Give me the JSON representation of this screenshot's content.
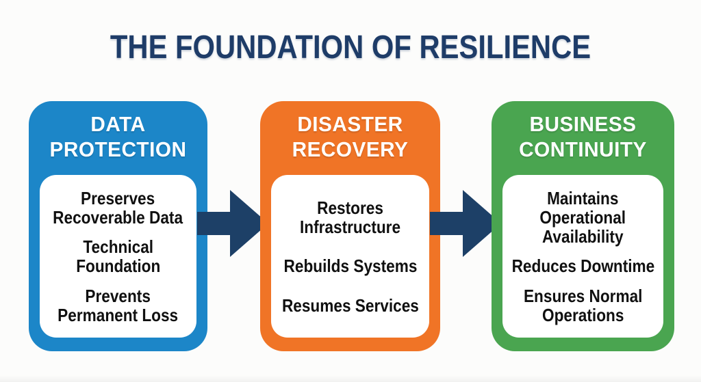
{
  "title": "THE FOUNDATION OF RESILIENCE",
  "palette": {
    "background": "#fcfcfb",
    "title_navy": "#1e3c68",
    "arrow_navy": "#1d4067",
    "card_title_text": "#ffffff",
    "body_text": "#101010",
    "card_blue": "#1c86c8",
    "card_orange": "#f07426",
    "card_green": "#4aa550"
  },
  "cards": [
    {
      "name": "data-protection",
      "title": "DATA PROTECTION",
      "title_lines": [
        "DATA",
        "PROTECTION"
      ],
      "color": "#1c86c8",
      "items": [
        [
          "Preserves",
          "Recoverable Data"
        ],
        [
          "Technical",
          "Foundation"
        ],
        [
          "Prevents",
          "Permanent Loss"
        ]
      ]
    },
    {
      "name": "disaster-recovery",
      "title": "DISASTER RECOVERY",
      "title_lines": [
        "DISASTER",
        "RECOVERY"
      ],
      "color": "#f07426",
      "items": [
        [
          "Restores",
          "Infrastructure"
        ],
        [
          "Rebuilds Systems"
        ],
        [
          "Resumes Services"
        ]
      ]
    },
    {
      "name": "business-continuity",
      "title": "BUSINESS CONTINUITY",
      "title_lines": [
        "BUSINESS",
        "CONTINUITY"
      ],
      "color": "#4aa550",
      "items": [
        [
          "Maintains",
          "Operational",
          "Availability"
        ],
        [
          "Reduces Downtime"
        ],
        [
          "Ensures Normal",
          "Operations"
        ]
      ]
    }
  ],
  "arrows": [
    {
      "name": "arrow-data-protection-to-disaster-recovery",
      "direction": "right"
    },
    {
      "name": "arrow-disaster-recovery-to-business-continuity",
      "direction": "right"
    }
  ]
}
